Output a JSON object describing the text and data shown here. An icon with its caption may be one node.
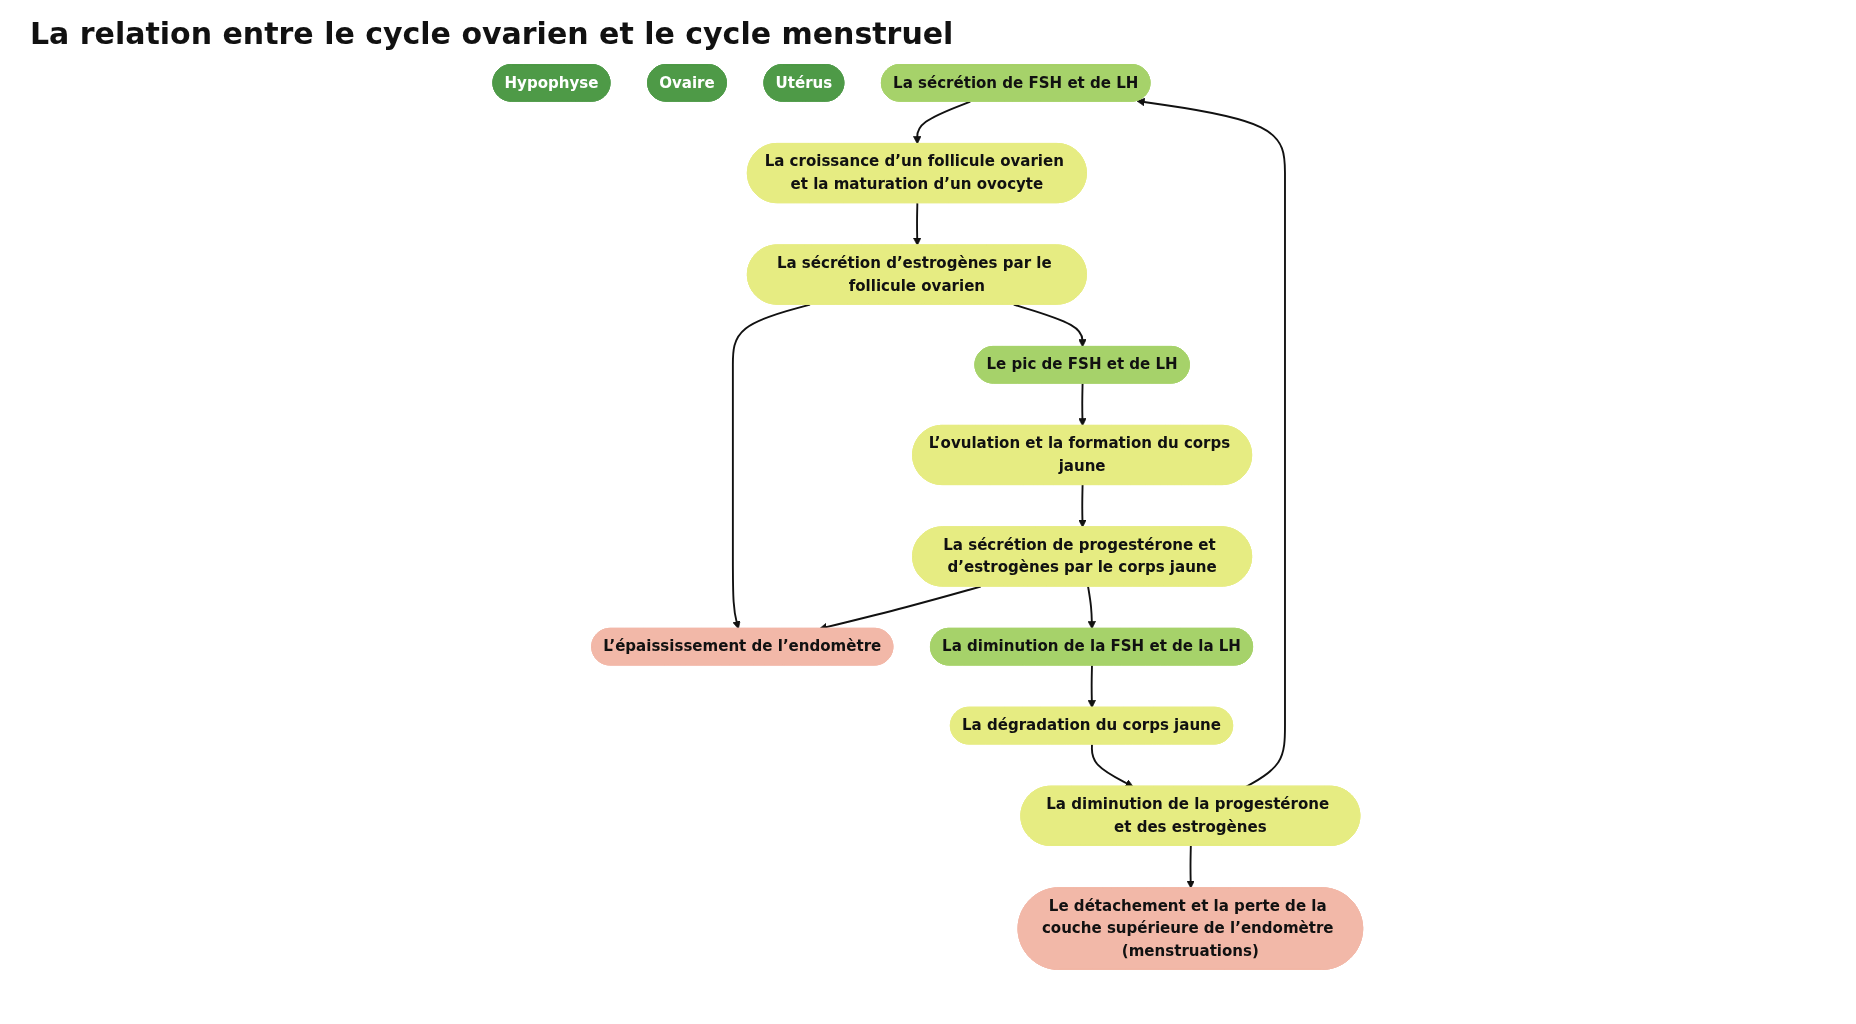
{
  "diagram": {
    "title": "La relation entre le cycle ovarien et le cycle menstruel",
    "nodes": [
      {
        "text": [
          "Hypophyse"
        ]
      },
      {
        "text": [
          "Ovaire"
        ]
      },
      {
        "text": [
          "Utérus"
        ]
      },
      {
        "text": [
          "La sécrétion de FSH et de LH"
        ]
      },
      {
        "text": [
          "La croissance d’un follicule ovarien et la maturation d’un ovocyte"
        ]
      },
      {
        "text": [
          "Le détachement et la perte de la couche supérieure de l’endomètre (menstruations)"
        ]
      },
      {
        "text": [
          "Le pic de FSH et de LH"
        ]
      },
      {
        "text": [
          "La sécrétion d’estrogènes par le follicule ovarien"
        ]
      },
      {
        "text": [
          "L’épaississement de l’endomètre"
        ]
      },
      {
        "text": [
          "L’ovulation et la formation du corps jaune"
        ]
      },
      {
        "text": [
          "La diminution de la FSH et de la LH"
        ]
      },
      {
        "text": [
          "La sécrétion de progestérone et d’estrogènes par le corps jaune"
        ]
      },
      {
        "text": [
          "La dégradation du corps jaune"
        ]
      },
      {
        "text": [
          "La diminution de la progestérone et des estrogènes"
        ]
      }
    ],
    "edges": [
      {
        "from": 3,
        "to": 4,
        "arrow": "to"
      },
      {
        "from": 4,
        "to": 7,
        "arrow": "to"
      },
      {
        "from": 7,
        "to": 6,
        "arrow": "to"
      },
      {
        "from": 7,
        "to": 8,
        "arrow": "to"
      },
      {
        "from": 6,
        "to": 9,
        "arrow": "to"
      },
      {
        "from": 9,
        "to": 11,
        "arrow": "to"
      },
      {
        "from": 11,
        "to": 10,
        "arrow": "to"
      },
      {
        "from": 11,
        "to": 8,
        "arrow": "to"
      },
      {
        "from": 10,
        "to": 12,
        "arrow": "to"
      },
      {
        "from": 12,
        "to": 13,
        "arrow": "to"
      },
      {
        "from": 13,
        "to": 3,
        "arrow": "to"
      },
      {
        "from": 13,
        "to": 5,
        "arrow": "to"
      }
    ]
  }
}
